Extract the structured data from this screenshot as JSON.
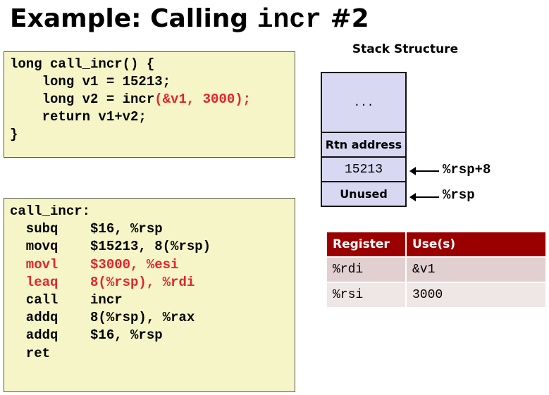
{
  "title": {
    "prefix": "Example: Calling ",
    "code": "incr",
    "suffix": " #2"
  },
  "c_code": [
    {
      "text": "long call_incr() {",
      "red": ""
    },
    {
      "text": "    long v1 = 15213;",
      "red": ""
    },
    {
      "text": "    long v2 = incr",
      "red": "(&v1, 3000);"
    },
    {
      "text": "    return v1+v2;",
      "red": ""
    },
    {
      "text": "}",
      "red": ""
    }
  ],
  "asm_code": [
    {
      "text": "call_incr:",
      "red": false
    },
    {
      "text": "  subq    $16, %rsp",
      "red": false
    },
    {
      "text": "  movq    $15213, 8(%rsp)",
      "red": false
    },
    {
      "text": "  movl    $3000, %esi",
      "red": true
    },
    {
      "text": "  leaq    8(%rsp), %rdi",
      "red": true
    },
    {
      "text": "  call    incr",
      "red": false
    },
    {
      "text": "  addq    8(%rsp), %rax",
      "red": false
    },
    {
      "text": "  addq    $16, %rsp",
      "red": false
    },
    {
      "text": "  ret",
      "red": false
    }
  ],
  "stack": {
    "title": "Stack Structure",
    "cells": [
      "...",
      "Rtn address",
      "15213",
      "Unused"
    ],
    "labels": [
      "%rsp+8",
      "%rsp"
    ]
  },
  "registers": {
    "headers": [
      "Register",
      "Use(s)"
    ],
    "rows": [
      [
        "%rdi",
        "&v1"
      ],
      [
        "%rsi",
        "3000"
      ]
    ]
  },
  "colors": {
    "highlight_red": "#e3242b",
    "header_red": "#9b0000",
    "stack_fill": "#d8d8f2",
    "code_bg": "#f5f5c8"
  }
}
